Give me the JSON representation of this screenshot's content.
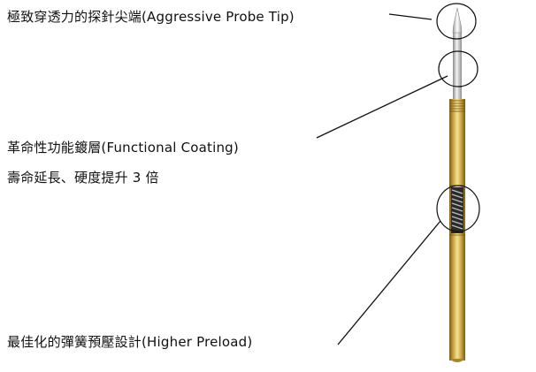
{
  "labels": {
    "tip": "極致穿透力的探針尖端(Aggressive Probe Tip)",
    "coating": "革命性功能鍍層(Functional Coating)",
    "life": "壽命延長、硬度提升 3 倍",
    "preload": "最佳化的彈簧預壓設計(Higher Preload)"
  },
  "colors": {
    "gold_dark": "#8a6a1c",
    "gold_mid": "#c9a440",
    "gold_light": "#f3dd8e",
    "silver_dark": "#7d7d7d",
    "silver_light": "#f2f2f2",
    "line": "#111111",
    "spring": "#9a9a9a"
  }
}
